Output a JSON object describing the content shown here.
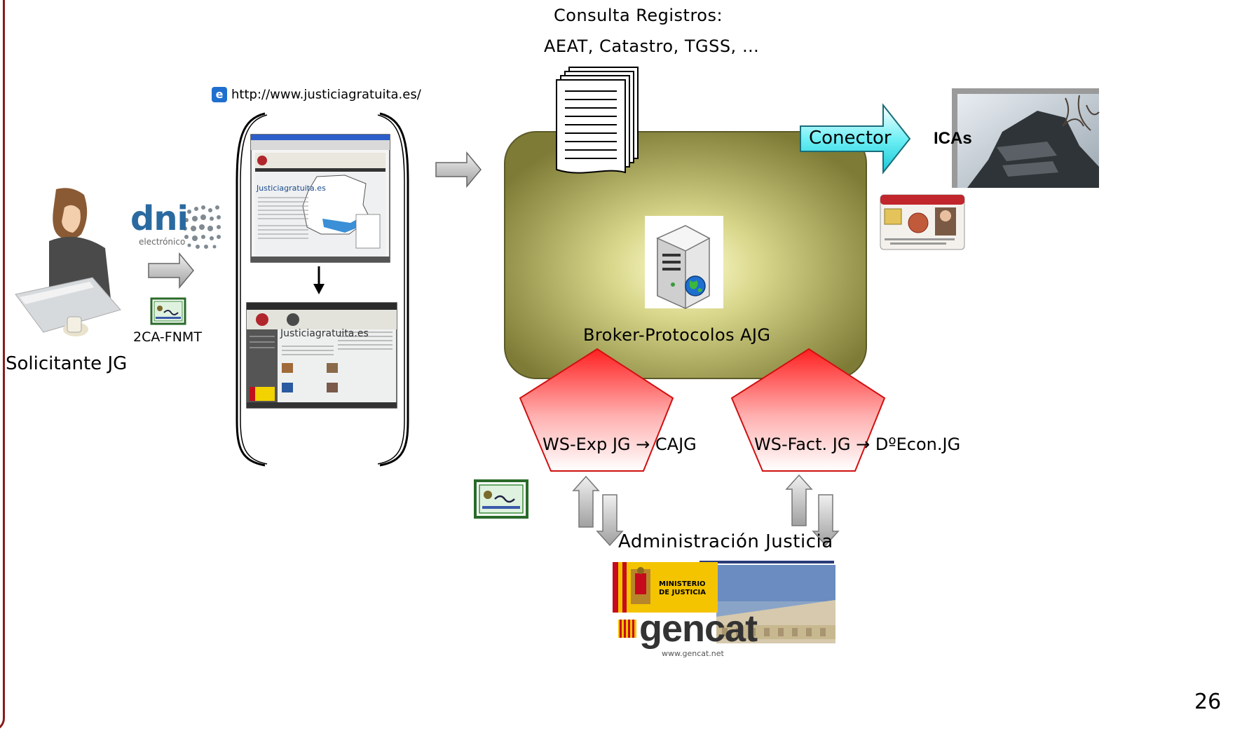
{
  "registries": {
    "line1": "Consulta Registros:",
    "line2": "AEAT, Catastro, TGSS, …"
  },
  "url": "http://www.justiciagratuita.es/",
  "applicant": {
    "label": "Solicitante JG",
    "dni_logo": "dni",
    "dni_sub": "electrónico",
    "cert_label": "2CA-FNMT"
  },
  "screens": {
    "top_title": "Justiciagratuita.es",
    "bottom_title": "Justiciagratuita.es"
  },
  "broker": {
    "label": "Broker-Protocolos AJG"
  },
  "connector": {
    "label": "Conector",
    "target": "ICAs"
  },
  "ws_exp": "WS-Exp JG → CAJG",
  "ws_fact": "WS-Fact. JG → DºEcon.JG",
  "admin": {
    "label": "Administración Justicia",
    "ministerio_line1": "MINISTERIO",
    "ministerio_line2": "DE JUSTICIA",
    "gencat": "gencat",
    "gencat_url": "www.gencat.net"
  },
  "page_number": "26",
  "colors": {
    "frame": "#8b1a1a",
    "broker_fill": "#8c8a3c",
    "pentagon": "#ff3b3b",
    "connector": "#5de8f0"
  }
}
